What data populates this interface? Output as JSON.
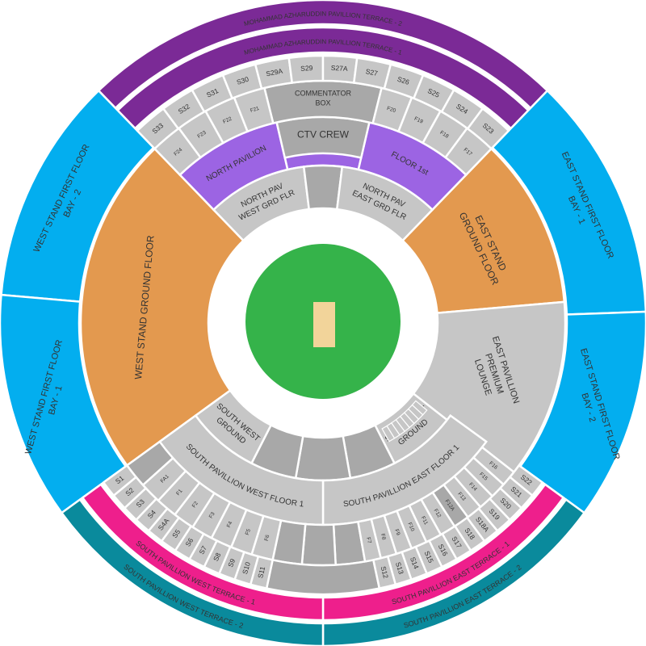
{
  "colors": {
    "field": "#35b34a",
    "pitch_strip": "#f2d49a",
    "grey_light": "#c6c6c6",
    "grey_dark": "#a8a8a8",
    "orange": "#e3994f",
    "blue": "#03aeef",
    "purple_dark": "#7b2a96",
    "purple_light": "#9c64e3",
    "pink": "#ee1f8c",
    "teal": "#0a8a9c"
  },
  "sections": [
    {
      "id": "mah-terrace-2",
      "lines": [
        "MOHAMMAD AZHARUDDIN PAVILLION TERRACE - 2"
      ]
    },
    {
      "id": "mah-terrace-1",
      "lines": [
        "MOHAMMAD AZHARUDDIN PAVILLION TERRACE - 1"
      ]
    },
    {
      "id": "west-bay-2",
      "lines": [
        "WEST STAND FIRST FLOOR",
        "BAY - 2"
      ]
    },
    {
      "id": "west-bay-1",
      "lines": [
        "WEST STAND FIRST FLOOR",
        "BAY - 1"
      ]
    },
    {
      "id": "east-bay-1",
      "lines": [
        "EAST STAND FIRST FLOOR",
        "BAY - 1"
      ]
    },
    {
      "id": "east-bay-2",
      "lines": [
        "EAST STAND FIRST FLOOR",
        "BAY - 2"
      ]
    },
    {
      "id": "west-ground",
      "lines": [
        "WEST STAND GROUND FLOOR"
      ]
    },
    {
      "id": "east-ground",
      "lines": [
        "EAST STAND",
        "GROUND FLOOR"
      ]
    },
    {
      "id": "east-lounge",
      "lines": [
        "EAST PAVILLION",
        "PREMIUM",
        "LOUNGE"
      ]
    },
    {
      "id": "north-pav-west-grd",
      "lines": [
        "NORTH PAV",
        "WEST GRD FLR"
      ]
    },
    {
      "id": "north-pav-middle",
      "lines": []
    },
    {
      "id": "north-pav-east-grd",
      "lines": [
        "NORTH PAV",
        "EAST GRD FLR"
      ]
    },
    {
      "id": "north-pavilion",
      "lines": [
        "NORTH PAVILION"
      ]
    },
    {
      "id": "floor-1st",
      "lines": [
        "FLOOR 1st"
      ]
    },
    {
      "id": "ctv-crew",
      "lines": [
        "CTV CREW"
      ]
    },
    {
      "id": "commentator-box",
      "lines": [
        "COMMENTATOR",
        "BOX"
      ]
    },
    {
      "id": "south-east-ground",
      "lines": [
        "SOUTH EAST",
        "GROUND"
      ]
    },
    {
      "id": "south-middle-1",
      "lines": []
    },
    {
      "id": "south-middle-2",
      "lines": []
    },
    {
      "id": "south-middle-3",
      "lines": []
    },
    {
      "id": "south-west-ground",
      "lines": [
        "SOUTH WEST",
        "GROUND"
      ]
    },
    {
      "id": "south-pav-east-floor-1",
      "lines": [
        "SOUTH PAVILLION EAST FLOOR 1"
      ]
    },
    {
      "id": "south-pav-west-floor-1",
      "lines": [
        "SOUTH PAVILLION WEST FLOOR 1"
      ]
    },
    {
      "id": "south-f-middle-1",
      "lines": []
    },
    {
      "id": "south-f-middle-2",
      "lines": []
    },
    {
      "id": "south-f-middle-3",
      "lines": []
    },
    {
      "id": "south-s-middle",
      "lines": []
    },
    {
      "id": "south-pav-east-terrace-1",
      "lines": [
        "SOUTH PAVILLION EAST TERRACE - 1"
      ]
    },
    {
      "id": "south-pav-west-terrace-1",
      "lines": [
        "SOUTH PAVILLION WEST TERRACE - 1"
      ]
    },
    {
      "id": "south-pav-east-terrace-2",
      "lines": [
        "SOUTH PAVILLION EAST TERRACE - 2"
      ]
    },
    {
      "id": "south-pav-west-terrace-2",
      "lines": [
        "SOUTH PAVILLION WEST TERRACE - 2"
      ]
    }
  ],
  "seat_rows": {
    "north_s": [
      "S33",
      "S32",
      "S31",
      "S30",
      "S29A",
      "S29",
      "S27A",
      "S27",
      "S26",
      "S25",
      "S24",
      "S23"
    ],
    "north_f_west": [
      "F24",
      "F23",
      "F22",
      "F21"
    ],
    "north_f_east": [
      "F20",
      "F19",
      "F18",
      "F17"
    ],
    "south_f_east": [
      "F16",
      "F15",
      "F14",
      "F13",
      "F12A",
      "F12",
      "F11",
      "F10",
      "F9",
      "F8",
      "F7"
    ],
    "south_f_west": [
      "F6",
      "F5",
      "F4",
      "F3",
      "F2",
      "F1",
      "FA1"
    ],
    "south_s_east": [
      "S22",
      "S21",
      "S20",
      "S19",
      "S18A",
      "S18",
      "S17",
      "S16",
      "S15",
      "S14",
      "S13",
      "S12"
    ],
    "south_s_west": [
      "S11",
      "S10",
      "S9",
      "S8",
      "S7",
      "S6",
      "S5",
      "S4A",
      "S4",
      "S3",
      "S2",
      "S1"
    ]
  }
}
